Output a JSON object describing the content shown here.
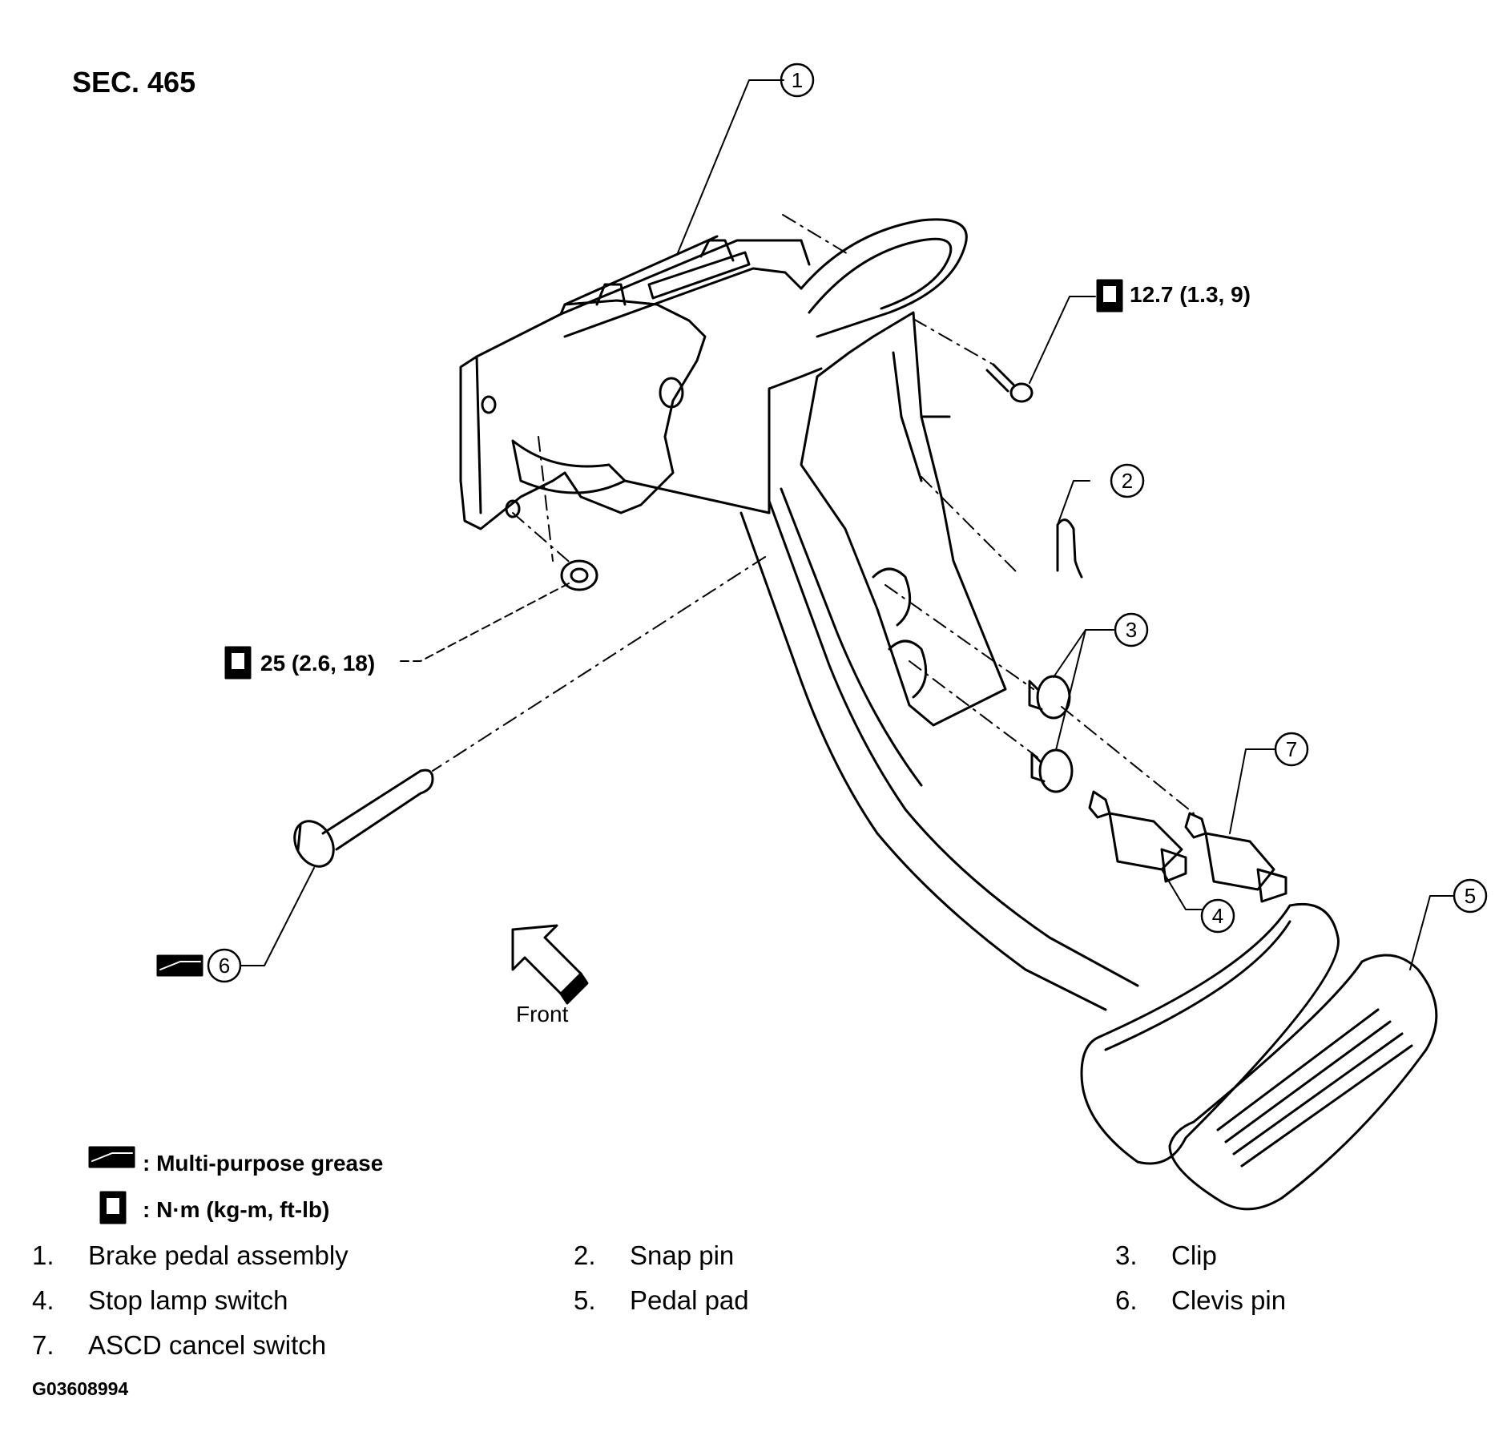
{
  "section": "SEC. 465",
  "callouts": [
    "1",
    "2",
    "3",
    "4",
    "5",
    "6",
    "7"
  ],
  "torque": {
    "bolt": "12.7 (1.3, 9)",
    "nut": "25 (2.6, 18)"
  },
  "front_label": "Front",
  "legend": {
    "grease": ": Multi-purpose grease",
    "torque_unit": ": N·m (kg-m, ft-lb)"
  },
  "parts": [
    {
      "num": "1.",
      "name": "Brake pedal assembly"
    },
    {
      "num": "2.",
      "name": "Snap pin"
    },
    {
      "num": "3.",
      "name": "Clip"
    },
    {
      "num": "4.",
      "name": "Stop lamp switch"
    },
    {
      "num": "5.",
      "name": "Pedal pad"
    },
    {
      "num": "6.",
      "name": "Clevis pin"
    },
    {
      "num": "7.",
      "name": "ASCD cancel switch"
    }
  ],
  "figure_code": "G03608994",
  "icons": [
    "torque-wrench-icon",
    "grease-icon",
    "front-arrow-icon"
  ]
}
